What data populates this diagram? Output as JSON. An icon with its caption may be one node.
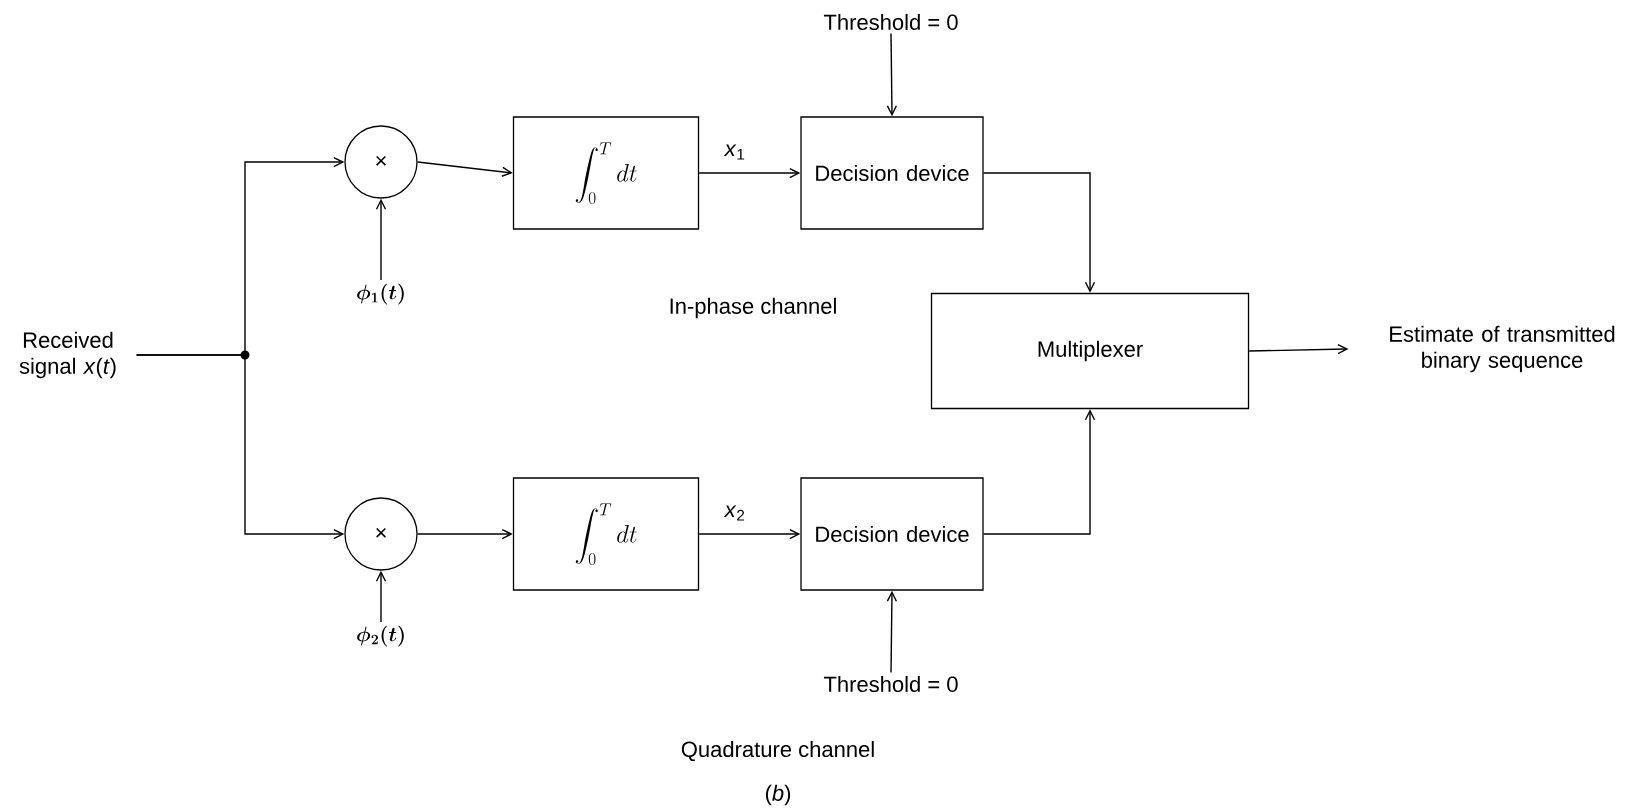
{
  "diagram": {
    "nodes": [
      {
        "text": [
          "Received signal *x*(*t*)"
        ]
      },
      {
        "text": [
          "×"
        ]
      },
      {
        "text": [
          "\\int_0^T dt"
        ]
      },
      {
        "text": [
          "Decision device"
        ]
      },
      {
        "text": [
          "Threshold = 0"
        ]
      },
      {
        "text": [
          "Multiplexer"
        ]
      },
      {
        "text": [
          "Estimate of transmitted binary sequence"
        ]
      },
      {
        "text": [
          "\\boldsymbol{\\phi_1(t)}"
        ]
      },
      {
        "text": [
          "×"
        ]
      },
      {
        "text": [
          "\\int_0^T dt"
        ]
      },
      {
        "text": [
          "Decision device"
        ]
      },
      {
        "text": [
          "Threshold = 0"
        ]
      },
      {
        "text": [
          "\\boldsymbol{\\phi_2(t)}"
        ]
      }
    ],
    "edges": [
      {
        "from": 0,
        "to": 1,
        "arrow": "to"
      },
      {
        "from": 0,
        "to": 8,
        "arrow": "to"
      },
      {
        "from": 1,
        "to": 2,
        "arrow": "to"
      },
      {
        "from": 2,
        "to": 3,
        "arrow": "to",
        "label": "*x*$_{1}$"
      },
      {
        "from": 3,
        "to": 5,
        "arrow": "to"
      },
      {
        "from": 4,
        "to": 3,
        "arrow": "to"
      },
      {
        "from": 7,
        "to": 1,
        "arrow": "to"
      },
      {
        "from": 8,
        "to": 9,
        "arrow": "to"
      },
      {
        "from": 9,
        "to": 10,
        "arrow": "to",
        "label": "*x*$_{2}$"
      },
      {
        "from": 10,
        "to": 5,
        "arrow": "to"
      },
      {
        "from": 11,
        "to": 10,
        "arrow": "to"
      },
      {
        "from": 12,
        "to": 8,
        "arrow": "to"
      },
      {
        "from": 5,
        "to": 6,
        "arrow": "to"
      }
    ],
    "labels": [
      "In-phase channel",
      "Quadrature channel",
      "(*b*)"
    ]
  }
}
